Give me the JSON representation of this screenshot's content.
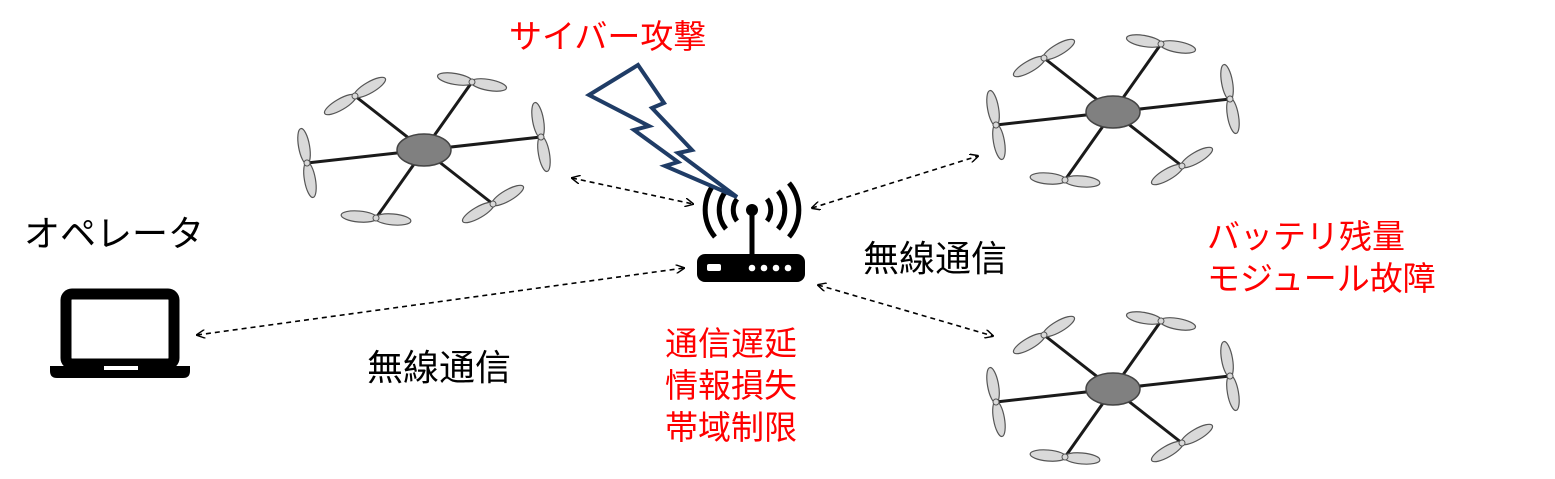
{
  "labels": {
    "cyber_attack": "サイバー攻撃",
    "operator": "オペレータ",
    "wireless_left": "無線通信",
    "wireless_right": "無線通信",
    "network_issues": [
      "通信遅延",
      "情報損失",
      "帯域制限"
    ],
    "drone_issues": [
      "バッテリ残量",
      "モジュール故障"
    ]
  },
  "colors": {
    "text": "#000000",
    "warning_text": "#ff0000",
    "lightning_stroke": "#1f3c66",
    "drone_body": "#808080",
    "drone_outline": "#444444",
    "propeller": "#d9d9d9"
  },
  "icons": {
    "operator": "laptop-icon",
    "router": "wifi-router-icon",
    "attack": "lightning-bolt-icon",
    "drone": "hexacopter-icon"
  }
}
